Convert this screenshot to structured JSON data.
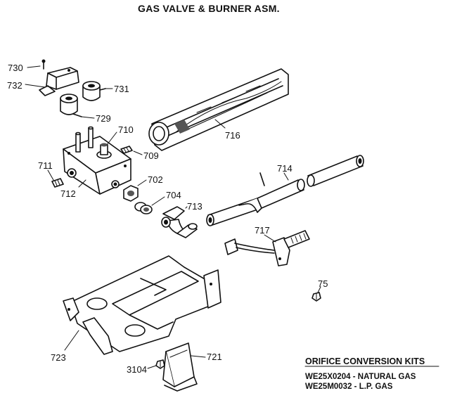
{
  "title": "GAS VALVE & BURNER ASM.",
  "parts": {
    "p730": "730",
    "p732": "732",
    "p731": "731",
    "p729": "729",
    "p710": "710",
    "p709": "709",
    "p711": "711",
    "p712": "712",
    "p702": "702",
    "p704": "704",
    "p713": "713",
    "p716": "716",
    "p714": "714",
    "p717": "717",
    "p75": "75",
    "p723": "723",
    "p721": "721",
    "p3104": "3104"
  },
  "kits": {
    "heading": "ORIFICE CONVERSION KITS",
    "natural": "WE25X0204 - NATURAL GAS",
    "lp": "WE25M0032 - L.P. GAS"
  }
}
